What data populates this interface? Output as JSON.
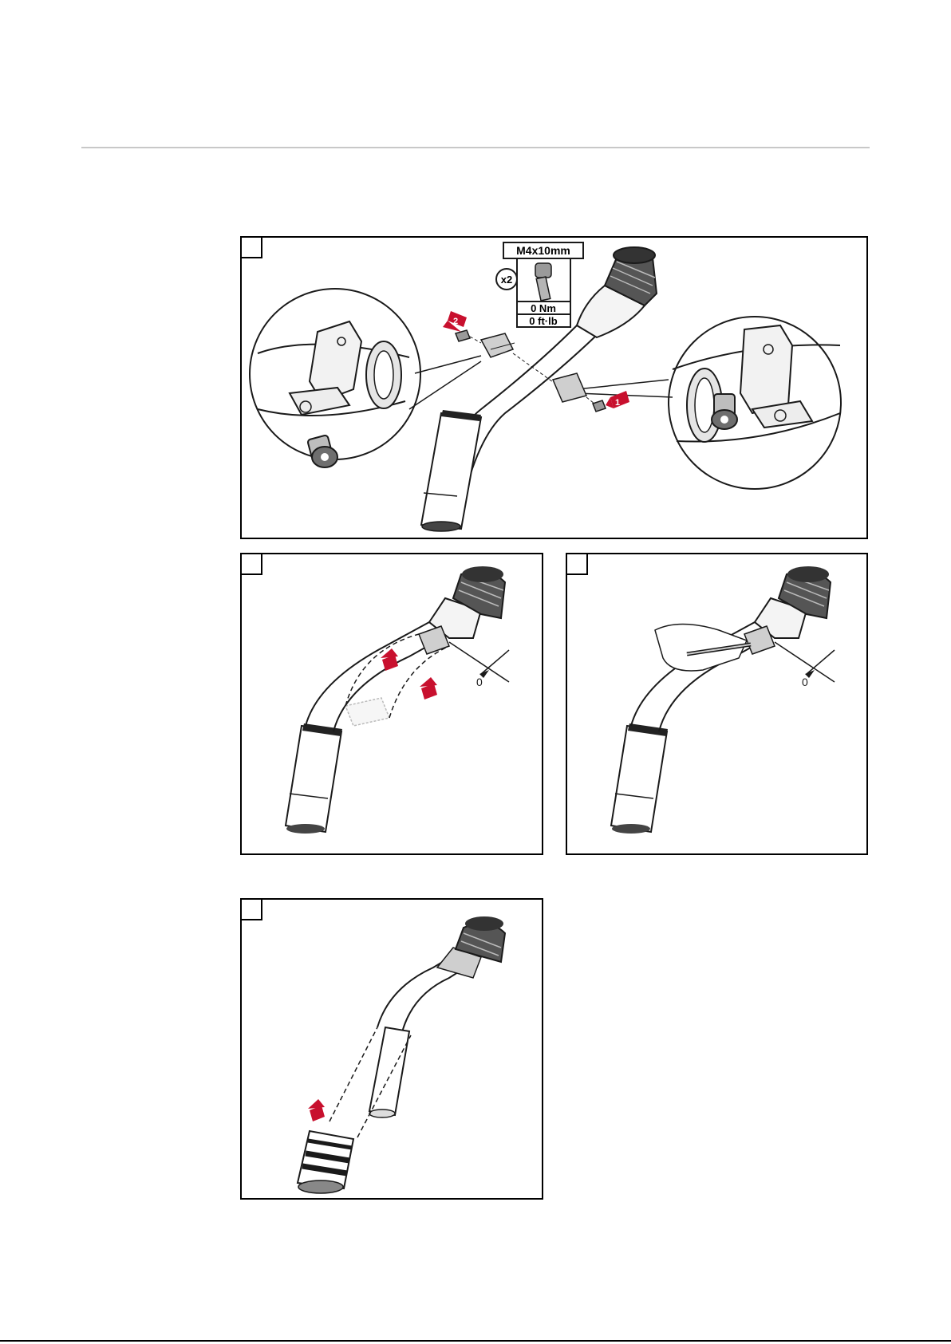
{
  "spec": {
    "screw_size": "M4x10mm",
    "quantity": "x2",
    "torque_nm": "0 Nm",
    "torque_ftlb": "0 ft·lb"
  },
  "markers": {
    "step_a": "1",
    "step_b": "2",
    "dim_label": "0"
  },
  "colors": {
    "arrow_red": "#c8102e",
    "line": "#1a1a1a",
    "gray": "#8a8a8a",
    "light_gray": "#d9d9d9"
  }
}
